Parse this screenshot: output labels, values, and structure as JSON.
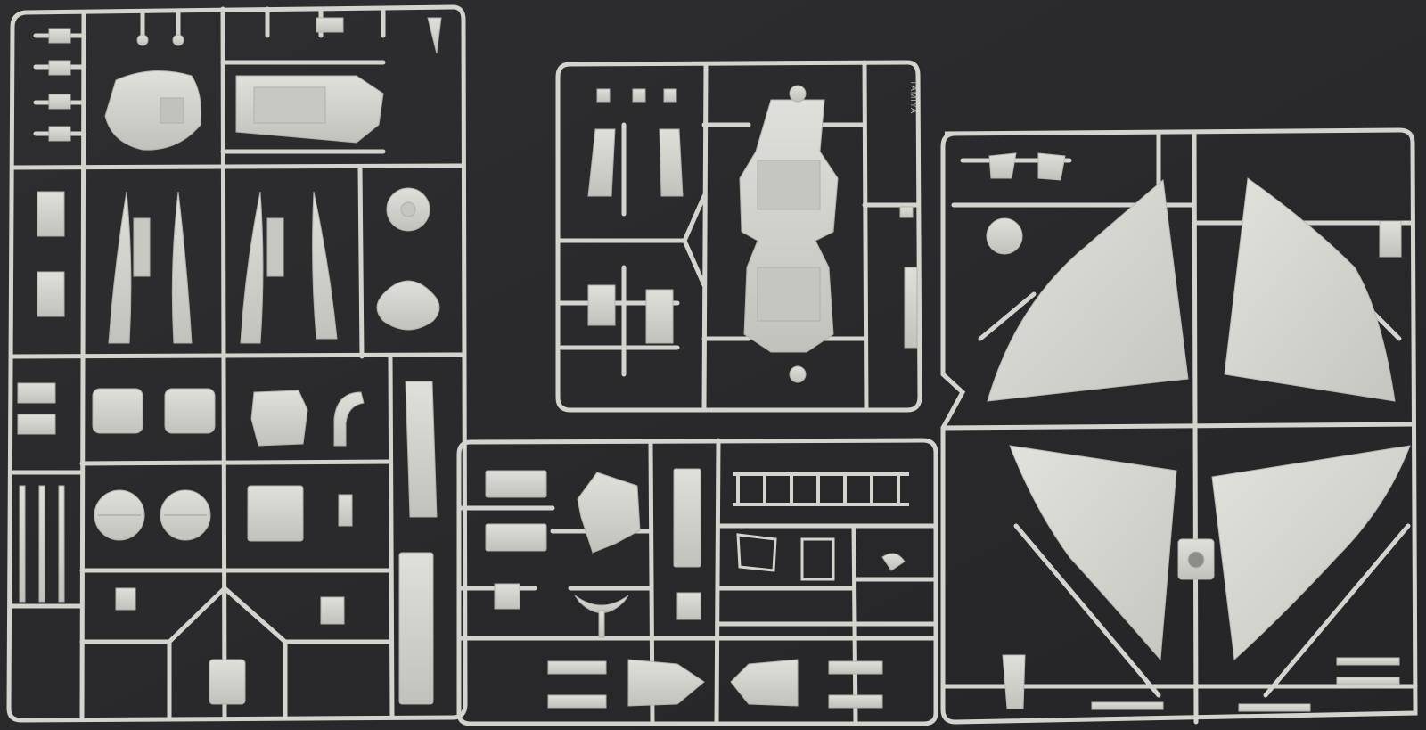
{
  "photo": {
    "background_color": "#2b2b2d",
    "plastic_color": "#d4d4cf",
    "plastic_shade": "#b8b8b2",
    "plastic_highlight": "#e6e6e1"
  },
  "sprues": [
    {
      "id": "sprue-left",
      "description_icon": "sprue-frame-icon"
    },
    {
      "id": "sprue-center-top",
      "description_icon": "sprue-frame-icon"
    },
    {
      "id": "sprue-center-bottom",
      "description_icon": "sprue-frame-icon"
    },
    {
      "id": "sprue-right-wings",
      "description_icon": "sprue-frame-icon"
    }
  ],
  "stamp": {
    "text": "TAMIYA"
  }
}
